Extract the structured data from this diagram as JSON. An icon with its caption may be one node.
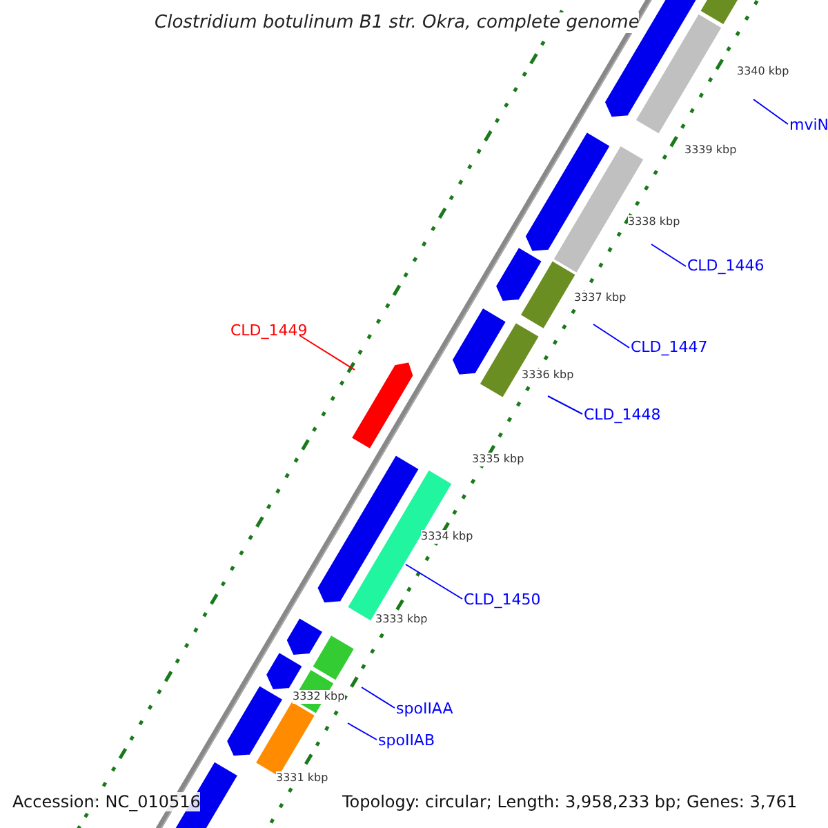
{
  "diagram": {
    "title": "Clostridium botulinum B1 str. Okra, complete genome",
    "nodes": [
      {
        "text": [
          "mviN"
        ]
      },
      {
        "text": [
          "CLD_1446"
        ]
      },
      {
        "text": [
          "CLD_1447"
        ]
      },
      {
        "text": [
          "CLD_1448"
        ]
      },
      {
        "text": [
          "CLD_1449"
        ]
      },
      {
        "text": [
          "CLD_1450"
        ]
      },
      {
        "text": [
          "spoIIAA"
        ]
      },
      {
        "text": [
          "spoIIAB"
        ]
      }
    ],
    "edges": [
      {
        "from": 0,
        "to": null,
        "arrow": "none"
      },
      {
        "from": 1,
        "to": null,
        "arrow": "none"
      },
      {
        "from": 2,
        "to": null,
        "arrow": "none"
      },
      {
        "from": 3,
        "to": null,
        "arrow": "none"
      },
      {
        "from": 4,
        "to": null,
        "arrow": "none",
        "color": "#ff0000"
      },
      {
        "from": 5,
        "to": null,
        "arrow": "none"
      },
      {
        "from": 6,
        "to": null,
        "arrow": "none"
      },
      {
        "from": 7,
        "to": null,
        "arrow": "none"
      }
    ],
    "labels": [
      "3340 kbp",
      "3339 kbp",
      "3338 kbp",
      "3337 kbp",
      "3336 kbp",
      "3335 kbp",
      "3334 kbp",
      "3333 kbp",
      "3332 kbp",
      "3331 kbp",
      "Accession: NC_010516",
      "Topology: circular; Length: 3,958,233 bp; Genes: 3,761"
    ]
  }
}
